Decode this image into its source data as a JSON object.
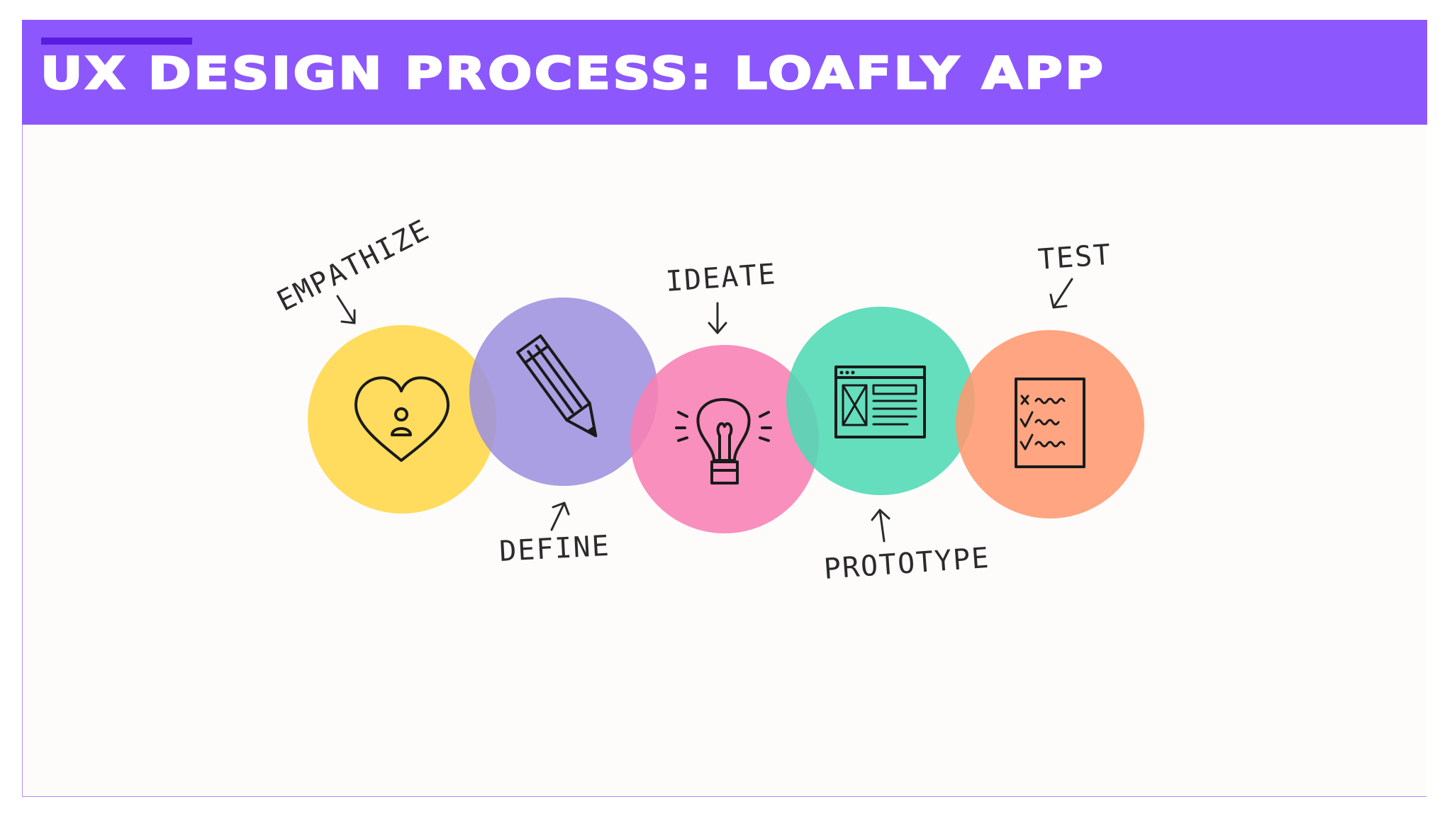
{
  "header": {
    "title": "UX DESIGN PROCESS: LOAFLY APP"
  },
  "colors": {
    "header_bg": "#8c57fc",
    "header_accent": "#5a1de0",
    "empathize": "#ffd94f",
    "define": "#9d92de",
    "ideate": "#f880b4",
    "prototype": "#4fdab4",
    "test": "#ff9870"
  },
  "stages": [
    {
      "label": "EMPATHIZE",
      "icon": "heart-person-icon"
    },
    {
      "label": "DEFINE",
      "icon": "pencil-icon"
    },
    {
      "label": "IDEATE",
      "icon": "lightbulb-icon"
    },
    {
      "label": "PROTOTYPE",
      "icon": "wireframe-icon"
    },
    {
      "label": "TEST",
      "icon": "checklist-icon"
    }
  ]
}
